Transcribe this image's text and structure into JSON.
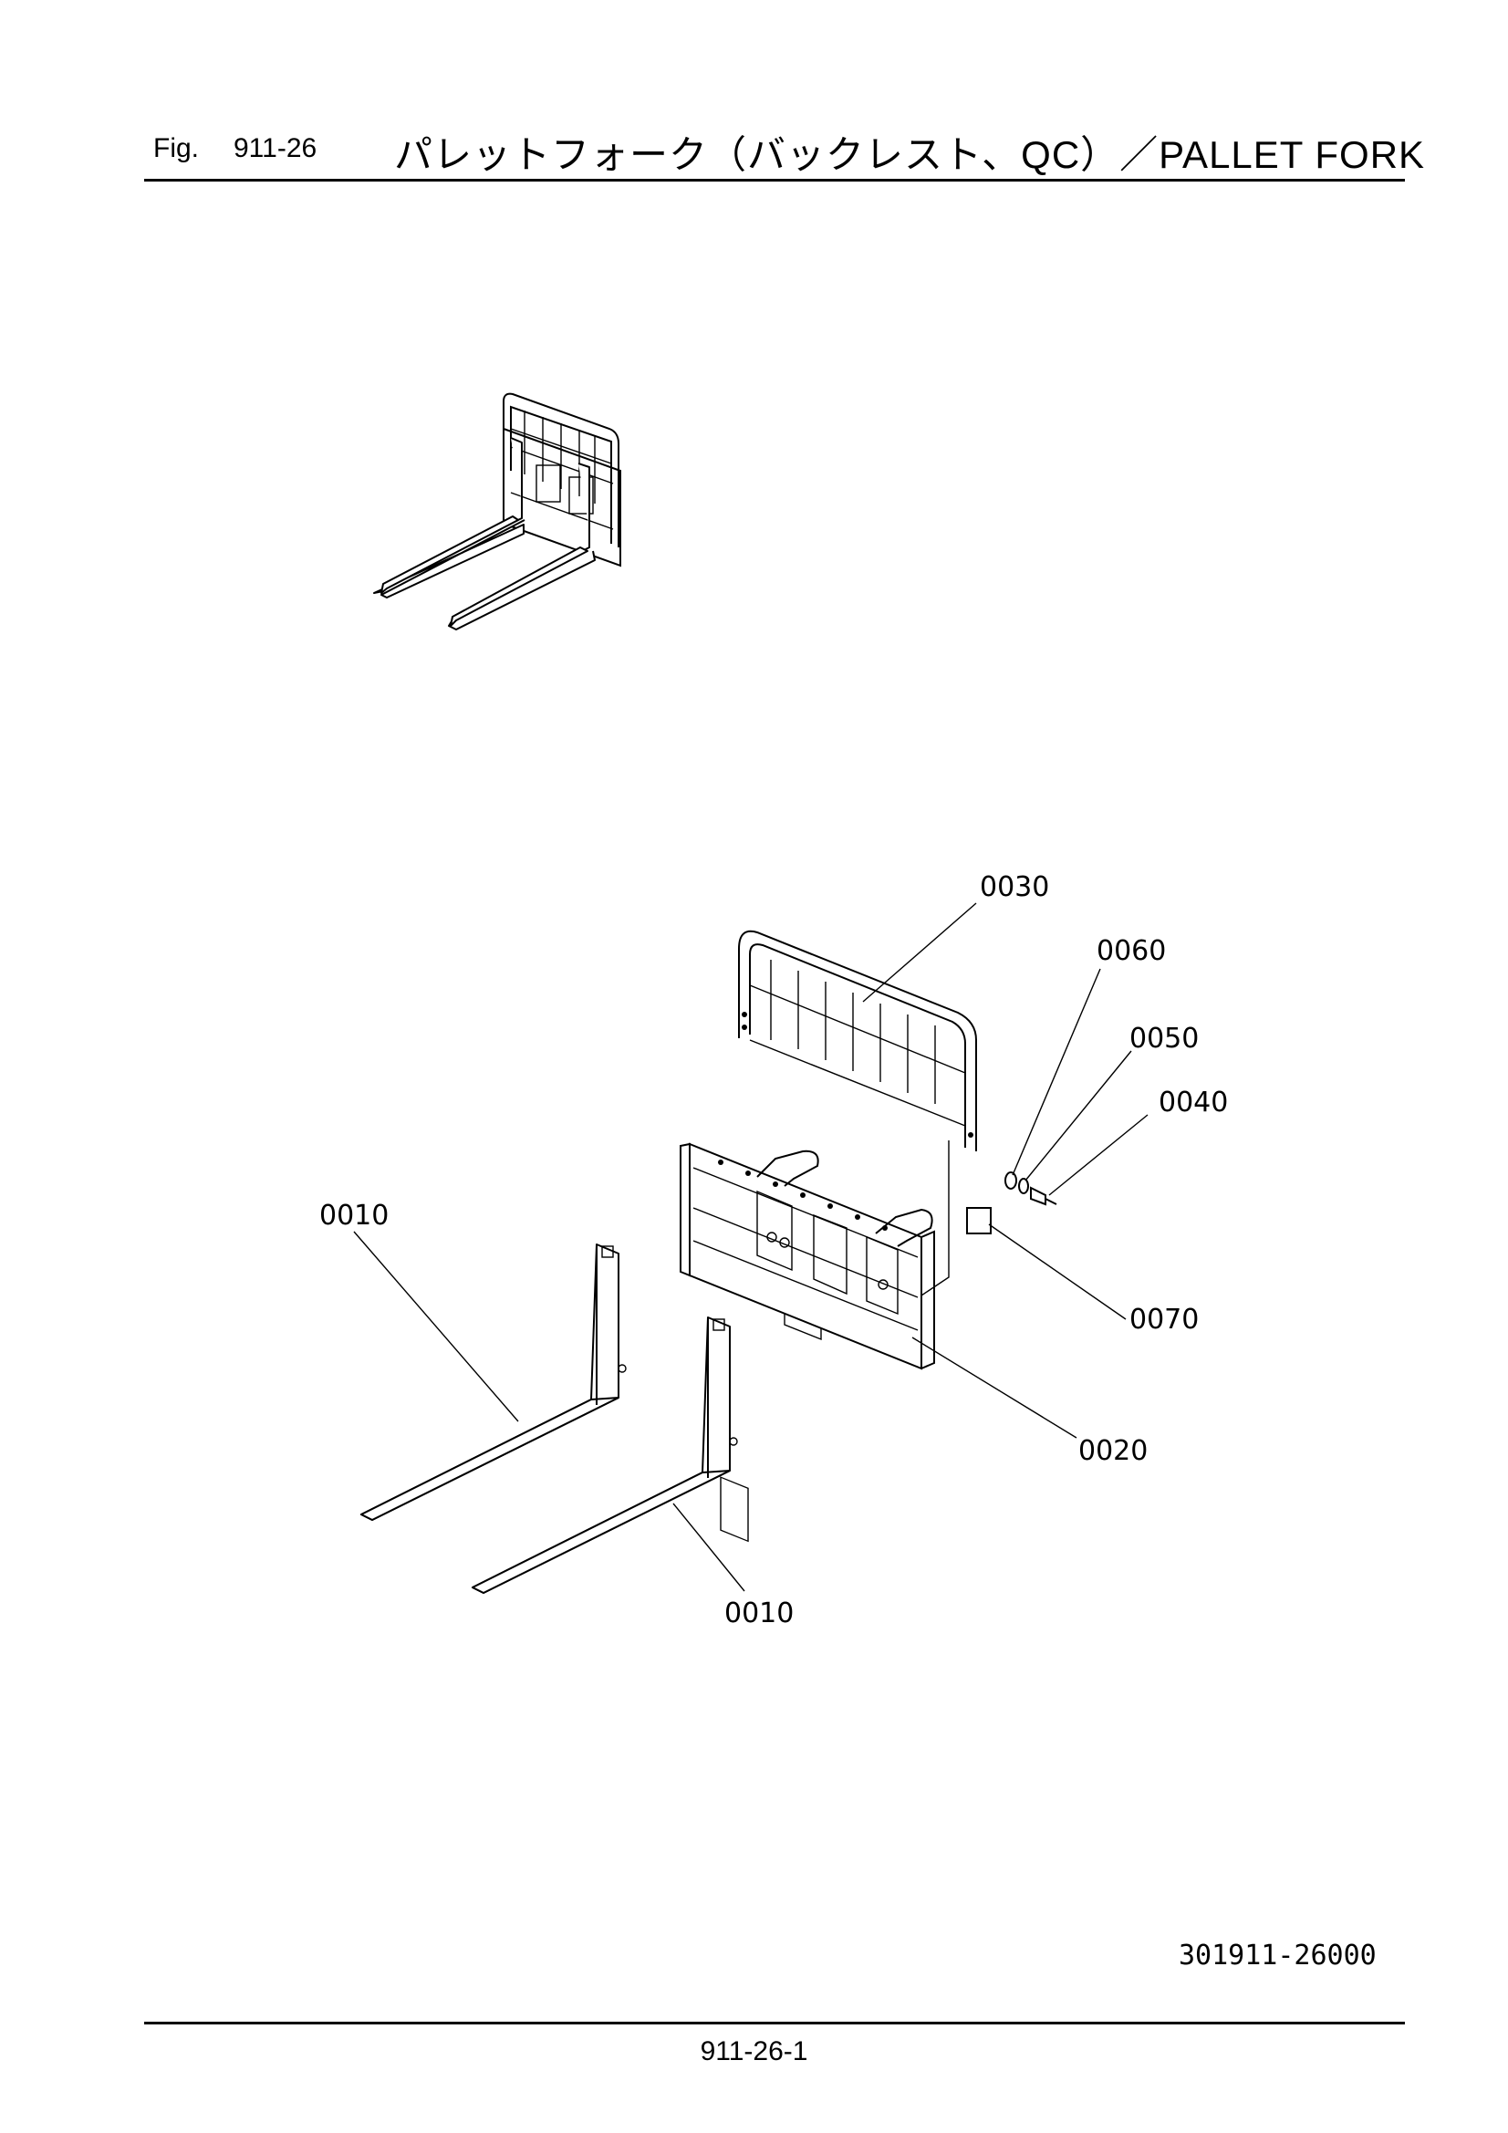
{
  "header": {
    "fig_label": "Fig.",
    "fig_number": "911-26",
    "title": "パレットフォーク（バックレスト、QC）／PALLET FORK"
  },
  "diagram": {
    "callouts": [
      "0030",
      "0060",
      "0050",
      "0040",
      "0010",
      "0070",
      "0020",
      "0010"
    ]
  },
  "footer": {
    "doc_code": "301911-26000",
    "page_number": "911-26-1"
  }
}
